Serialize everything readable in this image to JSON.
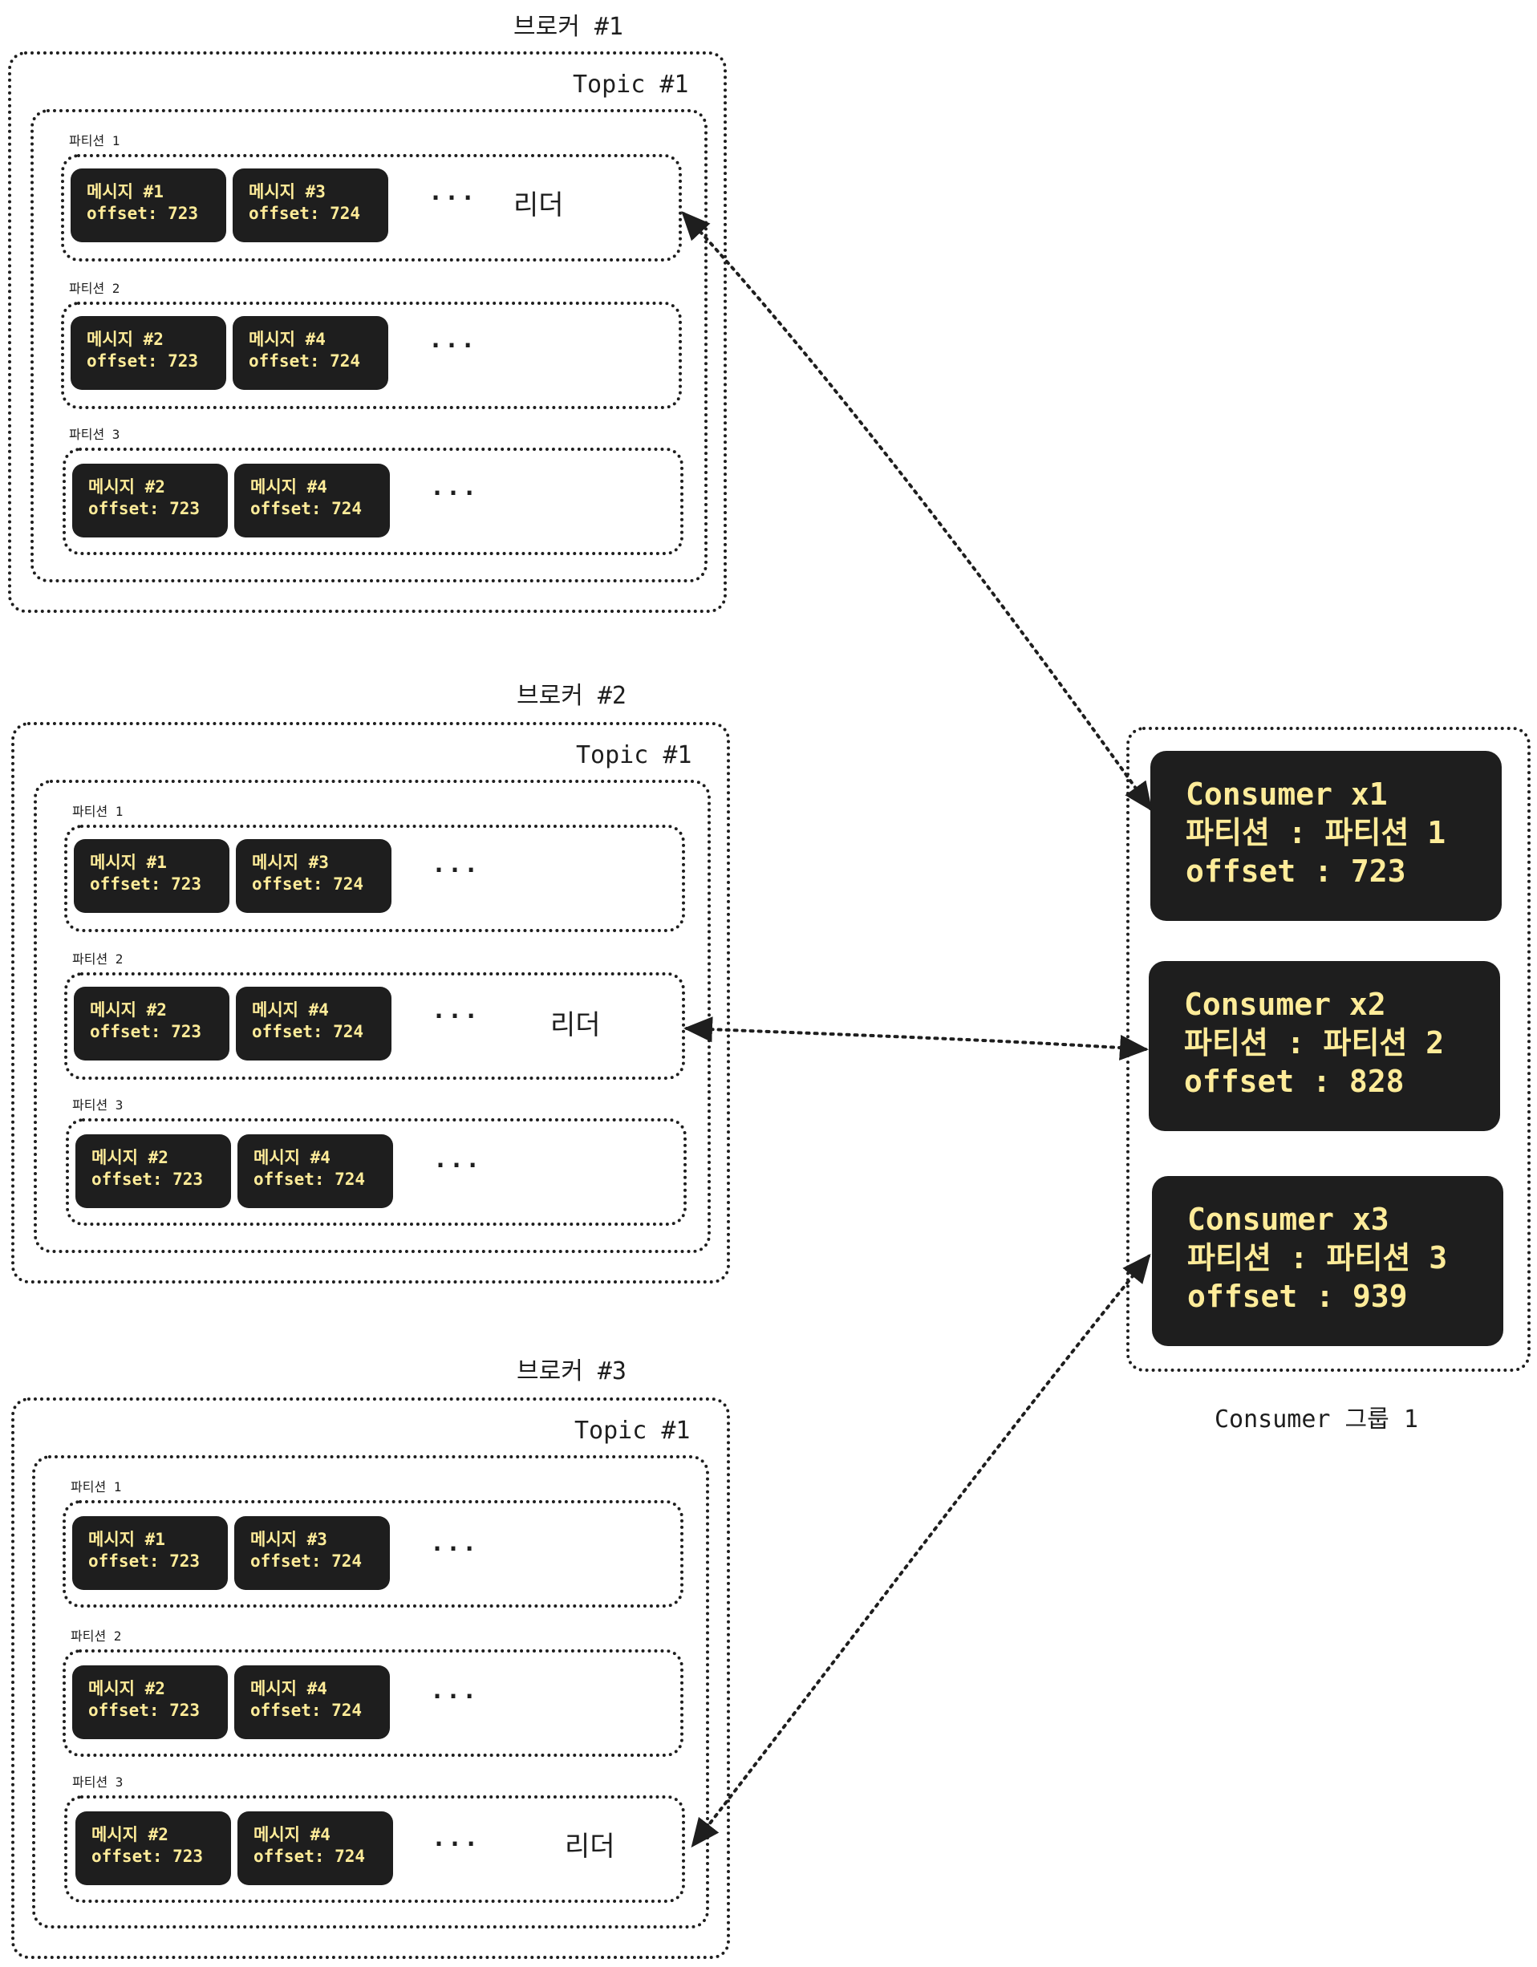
{
  "brokers": [
    {
      "title": "브로커 #1",
      "topic": "Topic #1",
      "partitions": [
        {
          "label": "파티션 1",
          "messages": [
            {
              "name": "메시지 #1",
              "offset": "offset: 723"
            },
            {
              "name": "메시지 #3",
              "offset": "offset: 724"
            }
          ],
          "ellipsis": "···",
          "leader": "리더"
        },
        {
          "label": "파티션 2",
          "messages": [
            {
              "name": "메시지 #2",
              "offset": "offset: 723"
            },
            {
              "name": "메시지 #4",
              "offset": "offset: 724"
            }
          ],
          "ellipsis": "···",
          "leader": ""
        },
        {
          "label": "파티션 3",
          "messages": [
            {
              "name": "메시지 #2",
              "offset": "offset: 723"
            },
            {
              "name": "메시지 #4",
              "offset": "offset: 724"
            }
          ],
          "ellipsis": "···",
          "leader": ""
        }
      ]
    },
    {
      "title": "브로커 #2",
      "topic": "Topic #1",
      "partitions": [
        {
          "label": "파티션 1",
          "messages": [
            {
              "name": "메시지 #1",
              "offset": "offset: 723"
            },
            {
              "name": "메시지 #3",
              "offset": "offset: 724"
            }
          ],
          "ellipsis": "···",
          "leader": ""
        },
        {
          "label": "파티션 2",
          "messages": [
            {
              "name": "메시지 #2",
              "offset": "offset: 723"
            },
            {
              "name": "메시지 #4",
              "offset": "offset: 724"
            }
          ],
          "ellipsis": "···",
          "leader": "리더"
        },
        {
          "label": "파티션 3",
          "messages": [
            {
              "name": "메시지 #2",
              "offset": "offset: 723"
            },
            {
              "name": "메시지 #4",
              "offset": "offset: 724"
            }
          ],
          "ellipsis": "···",
          "leader": ""
        }
      ]
    },
    {
      "title": "브로커 #3",
      "topic": "Topic #1",
      "partitions": [
        {
          "label": "파티션 1",
          "messages": [
            {
              "name": "메시지 #1",
              "offset": "offset: 723"
            },
            {
              "name": "메시지 #3",
              "offset": "offset: 724"
            }
          ],
          "ellipsis": "···",
          "leader": ""
        },
        {
          "label": "파티션 2",
          "messages": [
            {
              "name": "메시지 #2",
              "offset": "offset: 723"
            },
            {
              "name": "메시지 #4",
              "offset": "offset: 724"
            }
          ],
          "ellipsis": "···",
          "leader": ""
        },
        {
          "label": "파티션 3",
          "messages": [
            {
              "name": "메시지 #2",
              "offset": "offset: 723"
            },
            {
              "name": "메시지 #4",
              "offset": "offset: 724"
            }
          ],
          "ellipsis": "···",
          "leader": "리더"
        }
      ]
    }
  ],
  "consumer_group": {
    "label": "Consumer 그룹 1",
    "consumers": [
      {
        "name": "Consumer x1",
        "partition": "파티션 : 파티션 1",
        "offset": "offset : 723"
      },
      {
        "name": "Consumer x2",
        "partition": "파티션 : 파티션 2",
        "offset": "offset : 828"
      },
      {
        "name": "Consumer x3",
        "partition": "파티션 : 파티션 3",
        "offset": "offset : 939"
      }
    ]
  },
  "colors": {
    "box": "#1e1e1e",
    "text_on_box": "#ffec99",
    "stroke": "#1e1e1e"
  }
}
